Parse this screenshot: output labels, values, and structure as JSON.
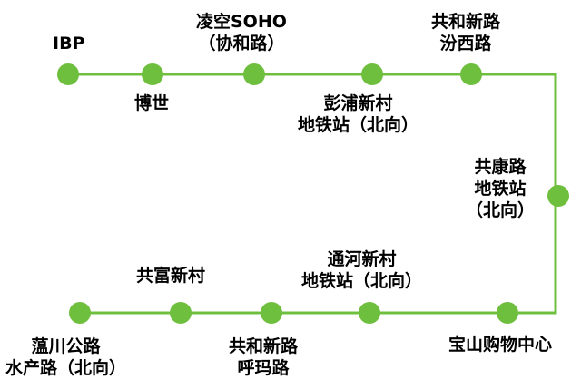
{
  "route": {
    "line_color": "#6FBF3F",
    "dot_color": "#6FBF3F",
    "stations": [
      {
        "id": "ibp",
        "lines": [
          "IBP"
        ]
      },
      {
        "id": "boshi",
        "lines": [
          "博世"
        ]
      },
      {
        "id": "lingkong",
        "lines": [
          "凌空SOHO",
          "（协和路）"
        ]
      },
      {
        "id": "pengpu",
        "lines": [
          "彭浦新村",
          "地铁站（北向）"
        ]
      },
      {
        "id": "gonghe-fenxi",
        "lines": [
          "共和新路",
          "汾西路"
        ]
      },
      {
        "id": "gongkang",
        "lines": [
          "共康路",
          "地铁站",
          "（北向）"
        ]
      },
      {
        "id": "baoshan",
        "lines": [
          "宝山购物中心"
        ]
      },
      {
        "id": "tonghe",
        "lines": [
          "通河新村",
          "地铁站（北向）"
        ]
      },
      {
        "id": "gonghe-huma",
        "lines": [
          "共和新路",
          "呼玛路"
        ]
      },
      {
        "id": "gongfu",
        "lines": [
          "共富新村"
        ]
      },
      {
        "id": "wenchuan",
        "lines": [
          "蕰川公路",
          "水产路（北向）"
        ]
      }
    ]
  }
}
